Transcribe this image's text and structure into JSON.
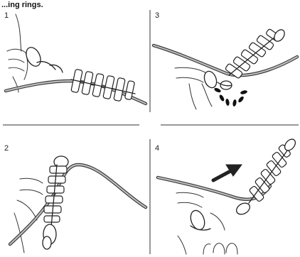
{
  "header": {
    "title": "...ing rings."
  },
  "panels": [
    {
      "step": "1"
    },
    {
      "step": "3"
    },
    {
      "step": "2"
    },
    {
      "step": "4"
    }
  ]
}
